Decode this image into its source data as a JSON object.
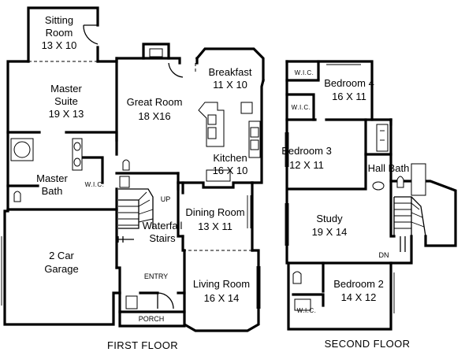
{
  "first_floor": {
    "title": "FIRST FLOOR",
    "rooms": {
      "sitting_room": {
        "name": "Sitting",
        "name2": "Room",
        "dims": "13 X 10"
      },
      "master_suite": {
        "name": "Master",
        "name2": "Suite",
        "dims": "19 X 13"
      },
      "great_room": {
        "name": "Great Room",
        "dims": "18 X16"
      },
      "breakfast": {
        "name": "Breakfast",
        "dims": "11 X 10"
      },
      "kitchen": {
        "name": "Kitchen",
        "dims": "16 X 10"
      },
      "master_bath": {
        "name": "Master",
        "name2": "Bath"
      },
      "wic": {
        "name": "W.I.C."
      },
      "dining_room": {
        "name": "Dining Room",
        "dims": "13 X 11"
      },
      "waterfall_stairs": {
        "name": "Waterfall",
        "name2": "Stairs"
      },
      "garage": {
        "name": "2 Car",
        "name2": "Garage"
      },
      "entry": {
        "name": "ENTRY"
      },
      "living_room": {
        "name": "Living Room",
        "dims": "16 X 14"
      },
      "porch": {
        "name": "PORCH"
      }
    },
    "stairs_up": "UP"
  },
  "second_floor": {
    "title": "SECOND FLOOR",
    "rooms": {
      "wic_top": {
        "name": "W.I.C."
      },
      "bedroom4": {
        "name": "Bedroom 4",
        "dims": "16 X 11"
      },
      "wic_mid": {
        "name": "W.I.C."
      },
      "bedroom3": {
        "name": "Bedroom 3",
        "dims": "12 X 11"
      },
      "hall_bath": {
        "name": "Hall Bath"
      },
      "study": {
        "name": "Study",
        "dims": "19 X 14"
      },
      "bedroom2": {
        "name": "Bedroom 2",
        "dims": "14 X 12"
      },
      "wic_bottom": {
        "name": "W.I.C."
      }
    },
    "stairs_down": "DN"
  }
}
